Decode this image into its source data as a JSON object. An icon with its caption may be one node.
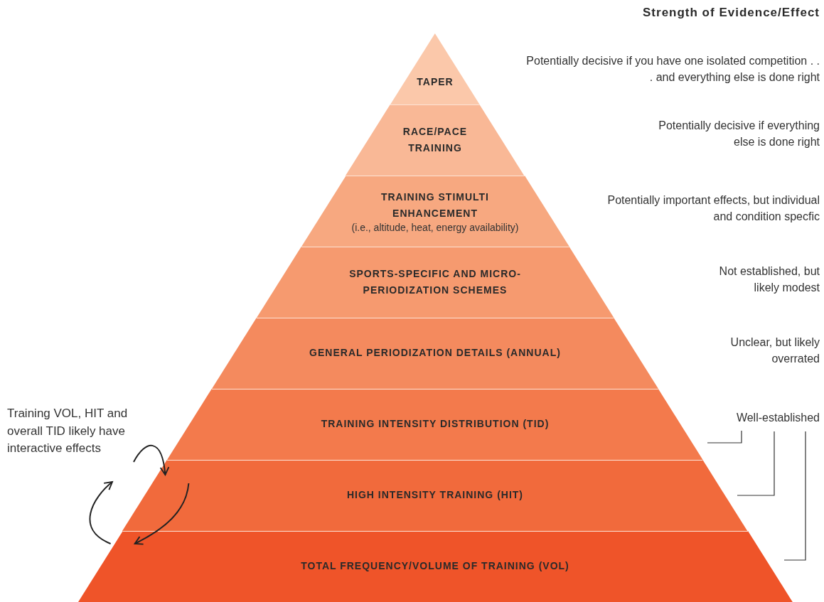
{
  "diagram": {
    "title": "Strength of Evidence/Effect",
    "nodes": [
      {
        "text": [
          "TAPER"
        ]
      },
      {
        "text": [
          "RACE/PACE TRAINING"
        ]
      },
      {
        "text": [
          "TRAINING STIMULTI ENHANCEMENT",
          "(i.e., altitude, heat, energy availability)"
        ]
      },
      {
        "text": [
          "SPORTS-SPECIFIC AND MICRO-PERIODIZATION SCHEMES"
        ]
      },
      {
        "text": [
          "GENERAL PERIODIZATION DETAILS (ANNUAL)"
        ]
      },
      {
        "text": [
          "TRAINING INTENSITY DISTRIBUTION (TID)"
        ]
      },
      {
        "text": [
          "HIGH INTENSITY TRAINING (HIT)"
        ]
      },
      {
        "text": [
          "TOTAL FREQUENCY/VOLUME OF TRAINING (VOL)"
        ]
      },
      {
        "text": [
          "Training VOL, HIT and overall TID likely have interactive effects"
        ]
      }
    ],
    "edges": [
      {
        "from": 8,
        "to": 6,
        "arrow": "to"
      },
      {
        "from": 6,
        "to": 7,
        "arrow": "to"
      },
      {
        "from": 7,
        "to": 8,
        "arrow": "to"
      }
    ],
    "labels": [
      "Potentially decisive if you have one isolated competition . . . and everything else is done right",
      "Potentially decisive if everything else is done right",
      "Potentially important effects, but individual and condition specfic",
      "Not established, but likely modest",
      "Unclear, but likely overrated",
      "Well-established"
    ]
  }
}
